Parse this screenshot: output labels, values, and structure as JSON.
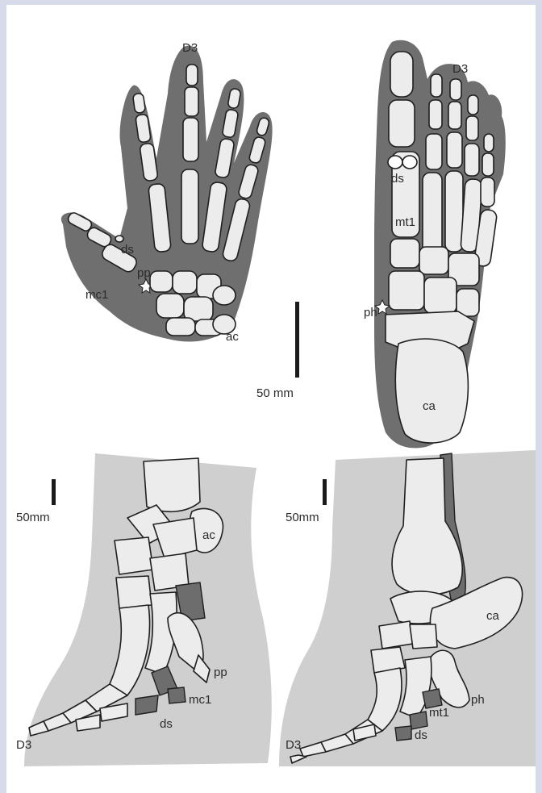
{
  "figure": {
    "hand_dorsal": {
      "labels": {
        "digit": "D3",
        "dist_sesamoid": "ds",
        "prepollex": "pp",
        "metacarpal1": "mc1",
        "accessory_carpal": "ac"
      }
    },
    "foot_plantar": {
      "labels": {
        "digit": "D3",
        "dist_sesamoid": "ds",
        "metatarsal1": "mt1",
        "prehallux": "ph",
        "calcaneus": "ca"
      }
    },
    "scale_center": {
      "label": "50 mm"
    },
    "hand_lateral": {
      "scale_label": "50mm",
      "labels": {
        "accessory_carpal": "ac",
        "prepollex": "pp",
        "metacarpal1": "mc1",
        "dist_sesamoid": "ds",
        "digit": "D3"
      }
    },
    "foot_lateral": {
      "scale_label": "50mm",
      "labels": {
        "calcaneus": "ca",
        "prehallux": "ph",
        "metatarsal1": "mt1",
        "dist_sesamoid": "ds",
        "digit": "D3"
      }
    },
    "colors": {
      "soft_tissue_dark": "#6f6f6f",
      "soft_tissue_light": "#cfcfcf",
      "bone": "#ececec",
      "frame": "#d7dbe9"
    }
  }
}
